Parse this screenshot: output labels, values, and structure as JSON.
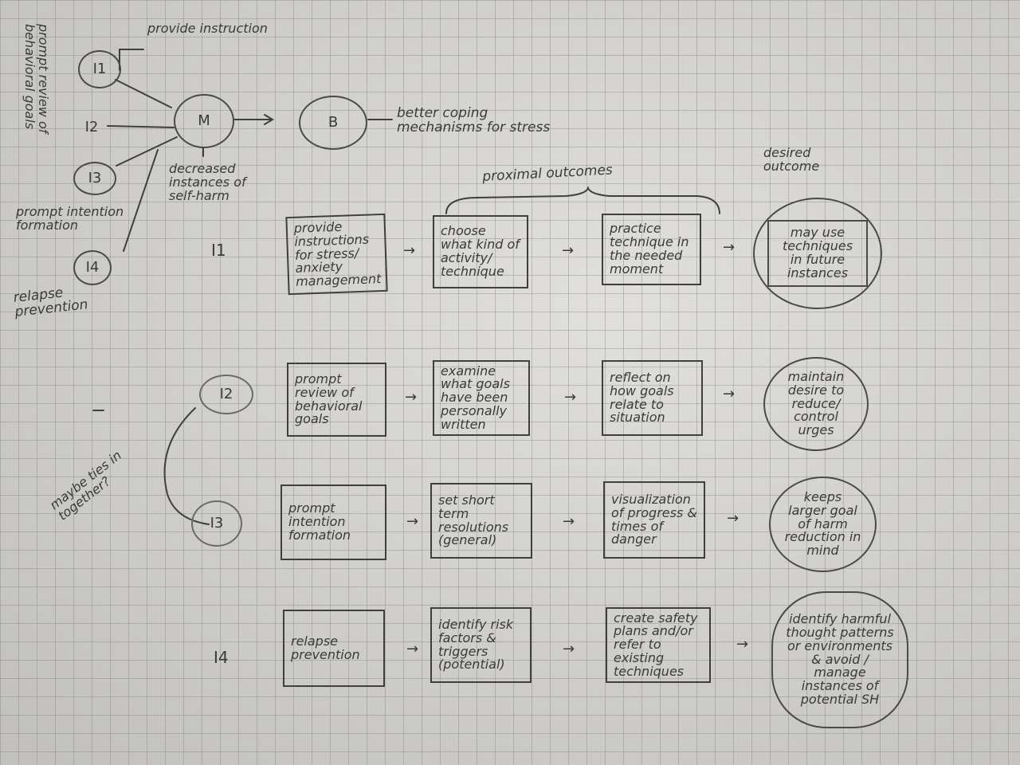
{
  "model": {
    "nodes": {
      "i1": "I1",
      "i2": "I2",
      "i3": "I3",
      "i4": "I4",
      "m": "M",
      "b": "B"
    },
    "labels": {
      "i1_side": "provide instruction",
      "i2_side": "prompt review of behavioral goals",
      "i3_side": "prompt intention formation",
      "i4_side": "relapse prevention",
      "m_note": "decreased instances of self-harm",
      "b_note": "better coping mechanisms for stress"
    }
  },
  "headers": {
    "proximal": "proximal outcomes",
    "desired": "desired outcome"
  },
  "side_note": "maybe ties in together?",
  "rows": [
    {
      "label": "I1",
      "intervention": "provide instructions for stress/ anxiety management",
      "step1": "choose what kind of activity/ technique",
      "step2": "practice technique in the needed moment",
      "outcome": "may use techniques in future instances"
    },
    {
      "label": "I2",
      "intervention": "prompt review of behavioral goals",
      "step1": "examine what goals have been personally written",
      "step2": "reflect on how goals relate to situation",
      "outcome": "maintain desire to reduce/ control urges"
    },
    {
      "label": "I3",
      "intervention": "prompt intention formation",
      "step1": "set short term resolutions (general)",
      "step2": "visualization of progress & times of danger",
      "outcome": "keeps larger goal of harm reduction in mind"
    },
    {
      "label": "I4",
      "intervention": "relapse prevention",
      "step1": "identify risk factors & triggers (potential)",
      "step2": "create safety plans and/or refer to existing techniques",
      "outcome": "identify harmful thought patterns or environments & avoid / manage instances of potential SH"
    }
  ],
  "arrow_glyph": "→"
}
